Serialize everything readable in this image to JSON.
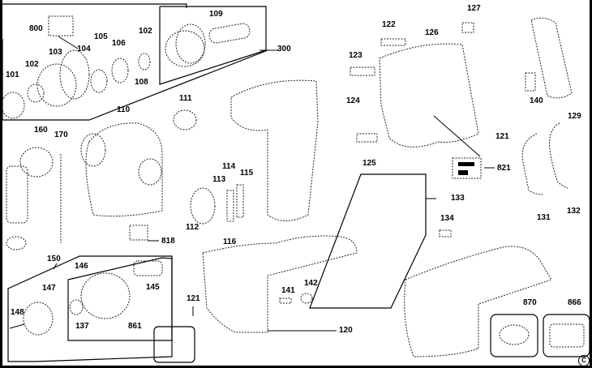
{
  "diagram": {
    "type": "exploded parts diagram",
    "subject": "cordless hammer drill",
    "copyright_symbol": "C"
  },
  "labels": {
    "p800": "800",
    "p104": "104",
    "p105": "105",
    "p106": "106",
    "p102a": "102",
    "p102b": "102",
    "p103": "103",
    "p101": "101",
    "p108": "108",
    "p109": "109",
    "p300": "300",
    "p110": "110",
    "p111": "111",
    "p160": "160",
    "p170": "170",
    "p112": "112",
    "p113": "113",
    "p114": "114",
    "p115": "115",
    "p818": "818",
    "p116": "116",
    "p122": "122",
    "p126": "126",
    "p127": "127",
    "p123": "123",
    "p124": "124",
    "p125": "125",
    "p140": "140",
    "p129": "129",
    "p121a": "121",
    "p821": "821",
    "p131": "131",
    "p132": "132",
    "p133": "133",
    "p134": "134",
    "p150": "150",
    "p146": "146",
    "p147": "147",
    "p145": "145",
    "p148": "148",
    "p137": "137",
    "p861": "861",
    "p121b": "121",
    "p141": "141",
    "p142": "142",
    "p120": "120",
    "p870": "870",
    "p866": "866"
  }
}
